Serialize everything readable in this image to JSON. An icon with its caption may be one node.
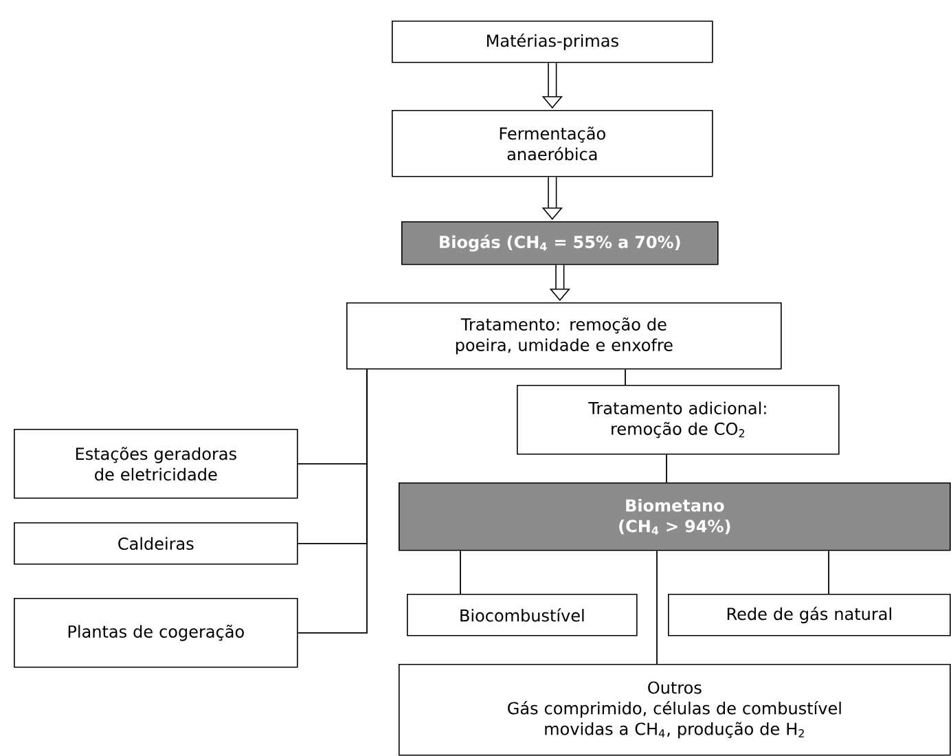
{
  "diagram": {
    "nodes": [
      {
        "text": [
          "Matérias-primas"
        ]
      },
      {
        "text": [
          "Fermentação anaeróbica"
        ]
      },
      {
        "text": [
          "Biogás (CH$_{4}$ = 55% a 70%)"
        ]
      },
      {
        "text": [
          "Tratamento: remoção de poeira, umidade e enxofre"
        ]
      },
      {
        "text": [
          "Tratamento adicional: remoção de CO$_{2}$"
        ]
      },
      {
        "text": [
          "Estações geradoras de eletricidade"
        ]
      },
      {
        "text": [
          "Caldeiras"
        ]
      },
      {
        "text": [
          "Plantas de cogeração"
        ]
      },
      {
        "text": [
          "Biometano (CH$_{4}$ > 94%)"
        ]
      },
      {
        "text": [
          "Biocombustível"
        ]
      },
      {
        "text": [
          "Rede de gás natural"
        ]
      },
      {
        "text": [
          "Outros",
          "Gás comprimido, células de combustível movidas a CH$_{4}$, produção de H$_{2}$"
        ]
      }
    ],
    "edges": [
      {
        "from": 0,
        "to": 1,
        "arrow": "to",
        "style": "thick"
      },
      {
        "from": 1,
        "to": 2,
        "arrow": "to",
        "style": "thick"
      },
      {
        "from": 2,
        "to": 3,
        "arrow": "to",
        "style": "thick"
      },
      {
        "from": 3,
        "to": 4,
        "arrow": "none"
      },
      {
        "from": 3,
        "to": 5,
        "arrow": "none"
      },
      {
        "from": 3,
        "to": 6,
        "arrow": "none"
      },
      {
        "from": 3,
        "to": 7,
        "arrow": "none"
      },
      {
        "from": 4,
        "to": 8,
        "arrow": "none"
      },
      {
        "from": 8,
        "to": 9,
        "arrow": "none"
      },
      {
        "from": 8,
        "to": 10,
        "arrow": "none"
      },
      {
        "from": 8,
        "to": 11,
        "arrow": "none"
      }
    ]
  }
}
